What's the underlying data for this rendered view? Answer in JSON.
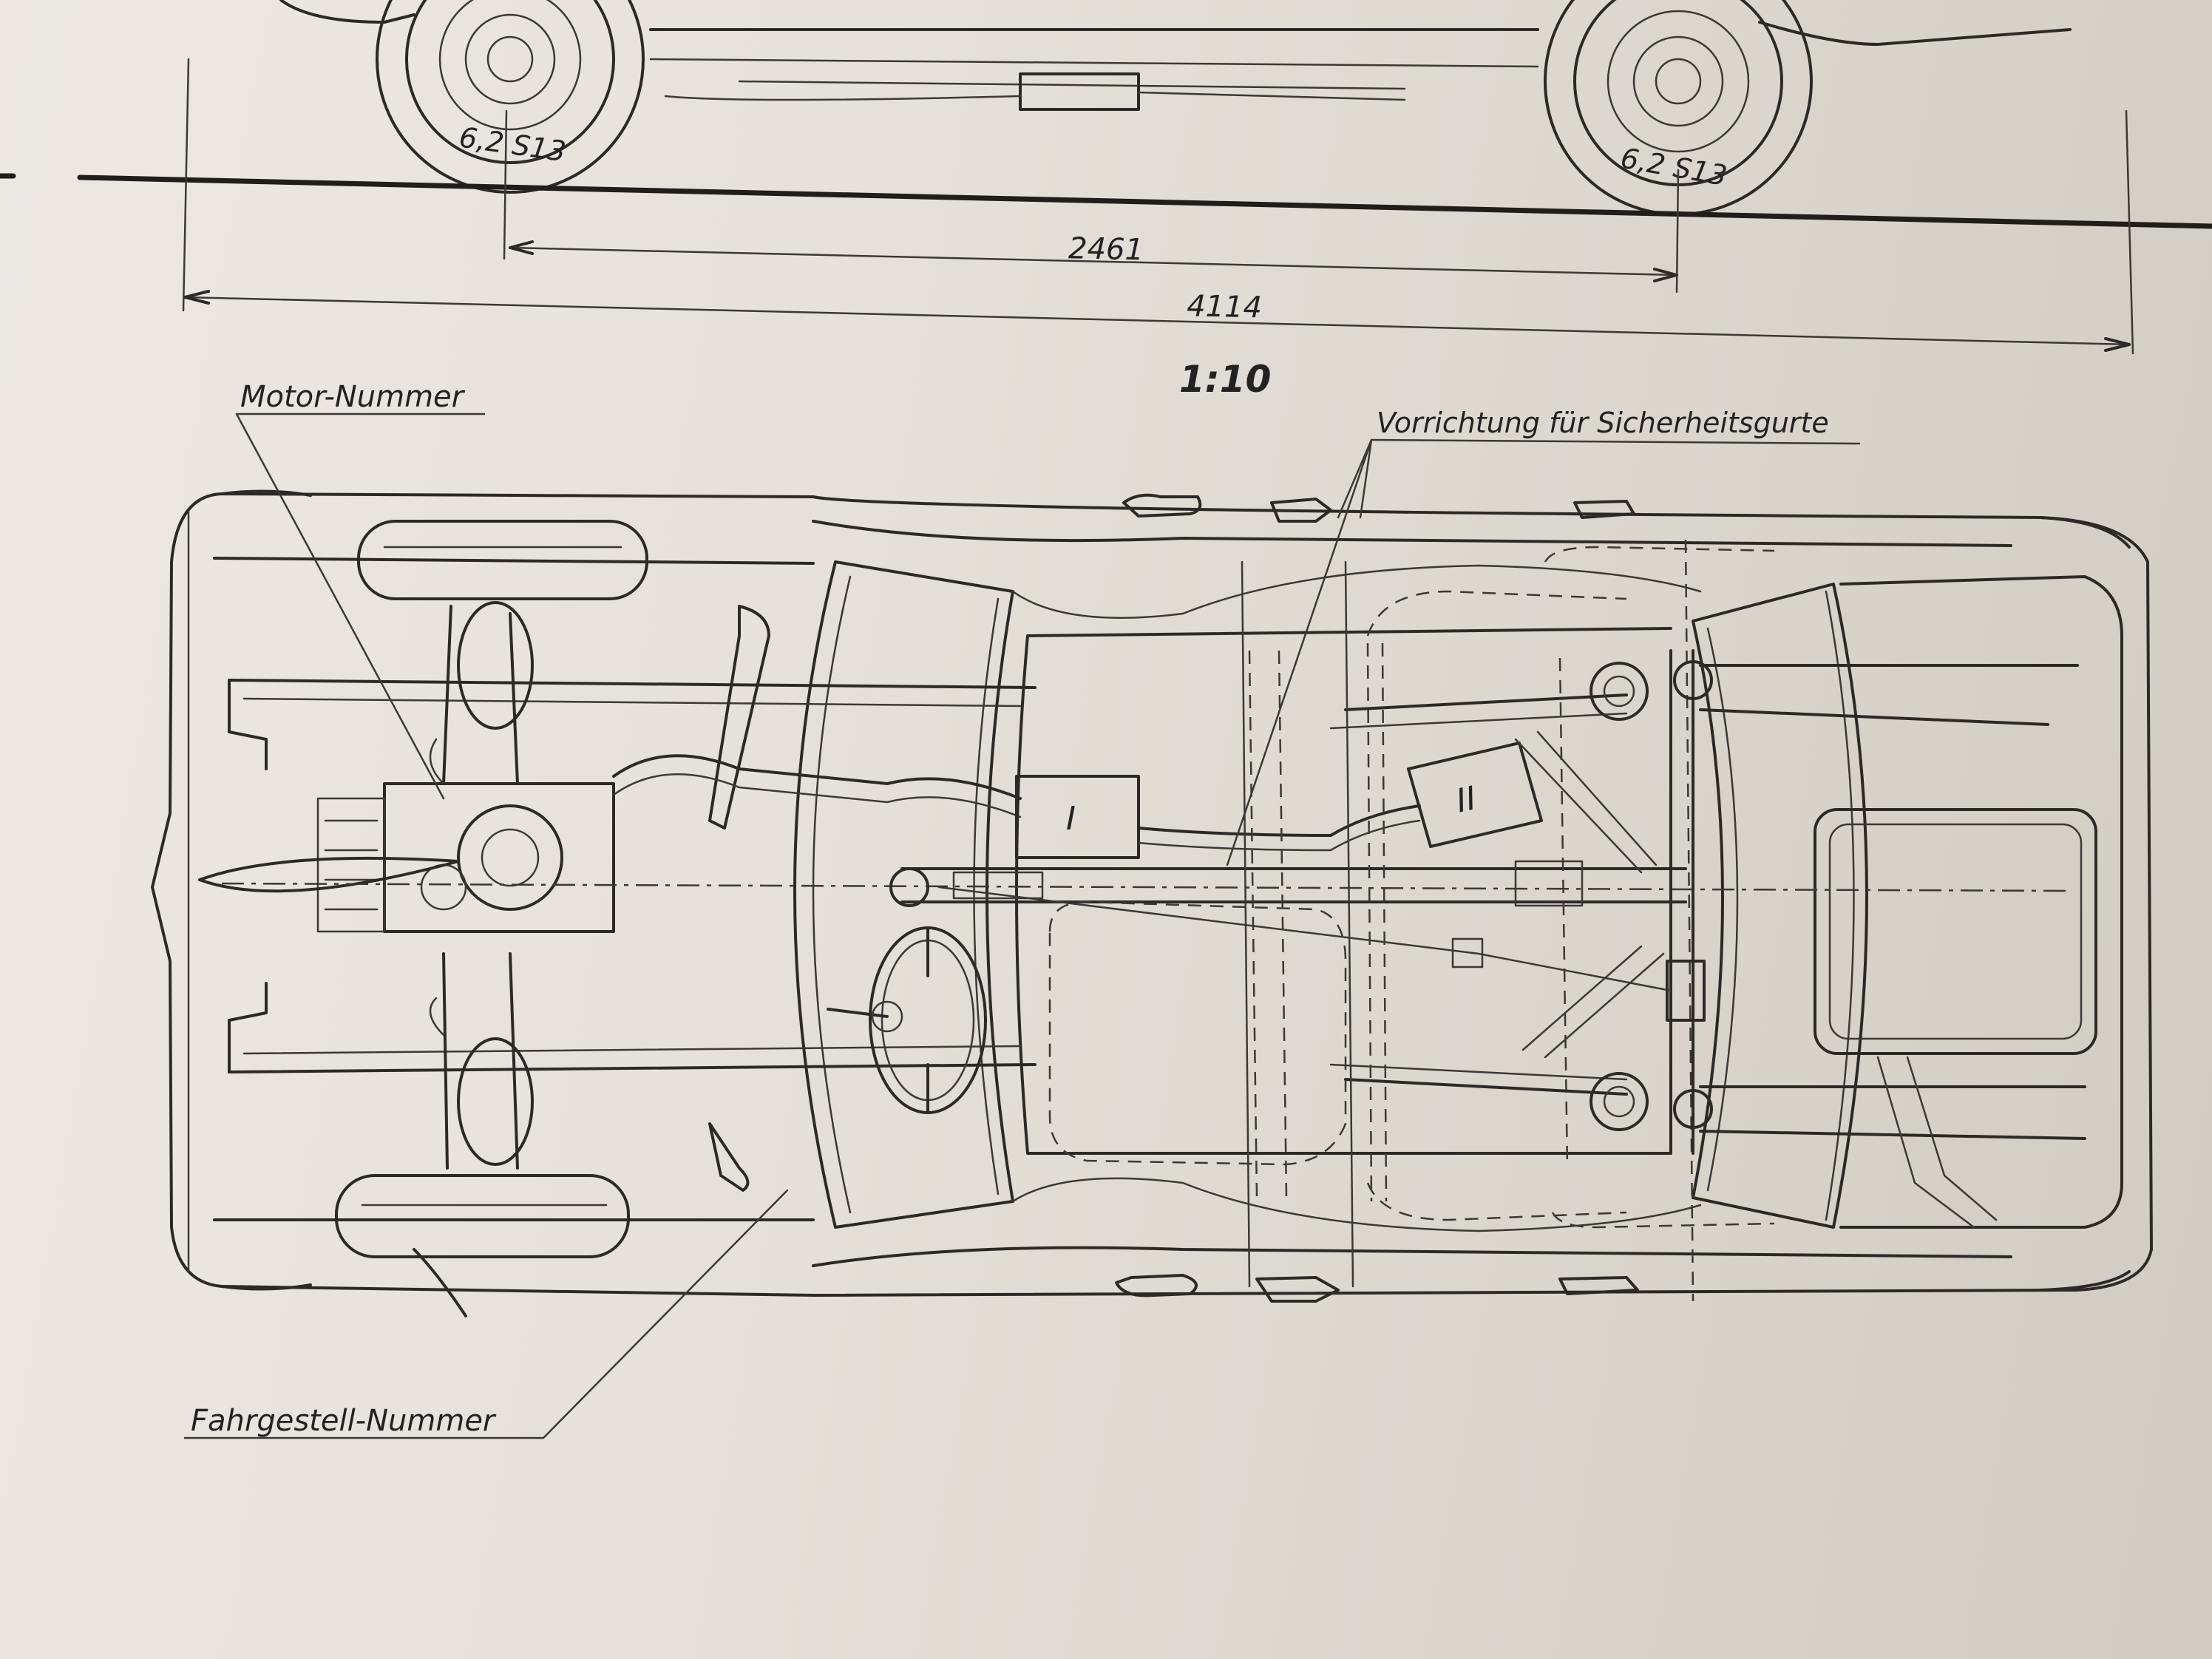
{
  "labels": {
    "tire_front": "6,2 S13",
    "tire_rear": "6,2 S13",
    "wheelbase": "2461",
    "overall_length": "4114",
    "scale": "1:10",
    "motor_number": "Motor-Nummer",
    "seatbelt_device": "Vorrichtung für Sicherheitsgurte",
    "chassis_number": "Fahrgestell-Nummer",
    "tank_1": "I",
    "tank_2": "II"
  },
  "colors": {
    "paper": "#e3e1d9",
    "ink": "#2b2a27"
  }
}
